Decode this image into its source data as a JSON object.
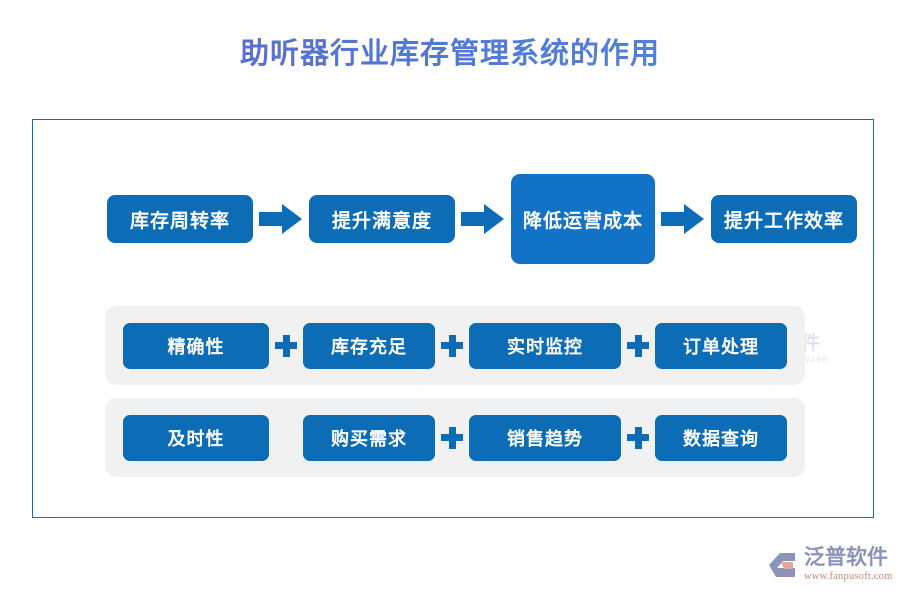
{
  "page": {
    "title": "助听器行业库存管理系统的作用"
  },
  "flow": {
    "boxes": [
      {
        "label": "库存周转率",
        "emphasis": false
      },
      {
        "label": "提升满意度",
        "emphasis": false
      },
      {
        "label": "降低运营成本",
        "emphasis": true
      },
      {
        "label": "提升工作效率",
        "emphasis": false
      }
    ],
    "connector": "arrow-right-icon"
  },
  "groups": [
    {
      "items": [
        {
          "label": "精确性",
          "separator_after": "plus"
        },
        {
          "label": "库存充足",
          "separator_after": "plus"
        },
        {
          "label": "实时监控",
          "separator_after": "plus"
        },
        {
          "label": "订单处理",
          "separator_after": "none"
        }
      ]
    },
    {
      "items": [
        {
          "label": "及时性",
          "separator_after": "none"
        },
        {
          "label": "购买需求",
          "separator_after": "plus"
        },
        {
          "label": "销售趋势",
          "separator_after": "plus"
        },
        {
          "label": "数据查询",
          "separator_after": "none"
        }
      ]
    }
  ],
  "watermark": {
    "brand_cn": "泛普软件",
    "brand_en": "FANPU SOFTWARE"
  },
  "footer": {
    "brand_cn": "泛普软件",
    "url": "www.fanpusoft.com"
  },
  "colors": {
    "box_blue": "#0c6cb5",
    "box_blue_emphasis": "#1272c5",
    "frame_border": "#0f6fb8",
    "group_background": "#f1f1f1",
    "title_blue": "#4a6fd4",
    "logo_gray": "#8b93b8",
    "logo_url_red": "#c9857a"
  }
}
